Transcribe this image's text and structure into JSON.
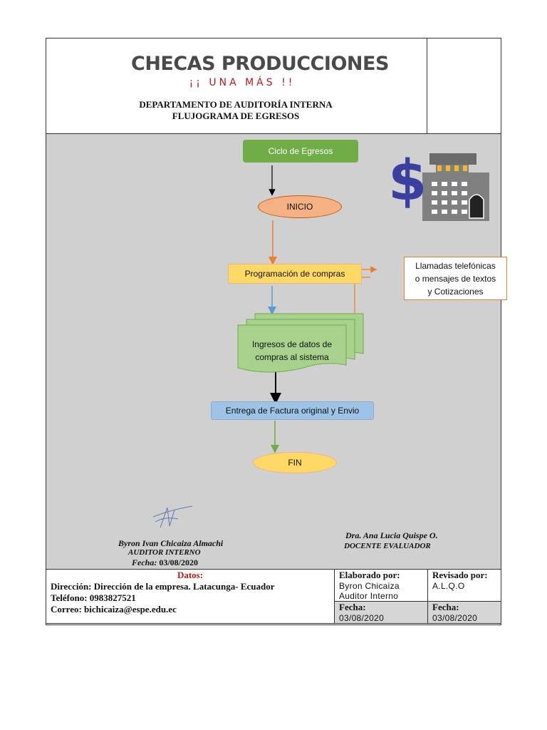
{
  "header": {
    "logo_main": "CHECAS PRODUCCIONES",
    "logo_sub": "¡¡ UNA MÁS !!",
    "department": "DEPARTAMENTO DE AUDITORÍA INTERNA",
    "subtitle": "FLUJOGRAMA DE EGRESOS"
  },
  "flowchart": {
    "start_box": "Ciclo de Egresos",
    "inicio": "INICIO",
    "programacion": "Programación de compras",
    "llamadas_line1": "Llamadas telefónicas",
    "llamadas_line2": "o mensajes de textos",
    "llamadas_line3": "y Cotizaciones",
    "ingresos_line1": "Ingresos de datos de",
    "ingresos_line2": "compras al sistema",
    "entrega": "Entrega de Factura original y Envio",
    "fin": "FIN",
    "icon": "money-building-icon"
  },
  "signatures": {
    "auditor_name": "Byron Ivan Chicaiza Almachi",
    "auditor_role": "AUDITOR INTERNO",
    "auditor_date_label": "Fecha:",
    "auditor_date": "03/08/2020",
    "evaluator_name": "Dra. Ana Lucia Quispe O.",
    "evaluator_role": "DOCENTE EVALUADOR"
  },
  "footer": {
    "datos_title": "Datos:",
    "direccion_label": "Dirección:",
    "direccion_value": "Dirección de la empresa. Latacunga- Ecuador",
    "telefono_label": "Teléfono:",
    "telefono_value": "0983827521",
    "correo_label": "Correo:",
    "correo_value": "bichicaiza@espe.edu.ec",
    "elaborado_label": "Elaborado por:",
    "elaborado_name": "Byron Chicaiza",
    "elaborado_role": "Auditor Interno",
    "revisado_label": "Revisado por:",
    "revisado_value": "A.L.Q.O",
    "fecha_label": "Fecha:",
    "fecha_elaborado": "03/08/2020",
    "fecha_revisado": "03/08/2020"
  },
  "colors": {
    "brand_red": "#c0161b",
    "flow_green": "#70ad47",
    "flow_orange": "#ed7d31",
    "flow_blue": "#5b9bd5"
  }
}
